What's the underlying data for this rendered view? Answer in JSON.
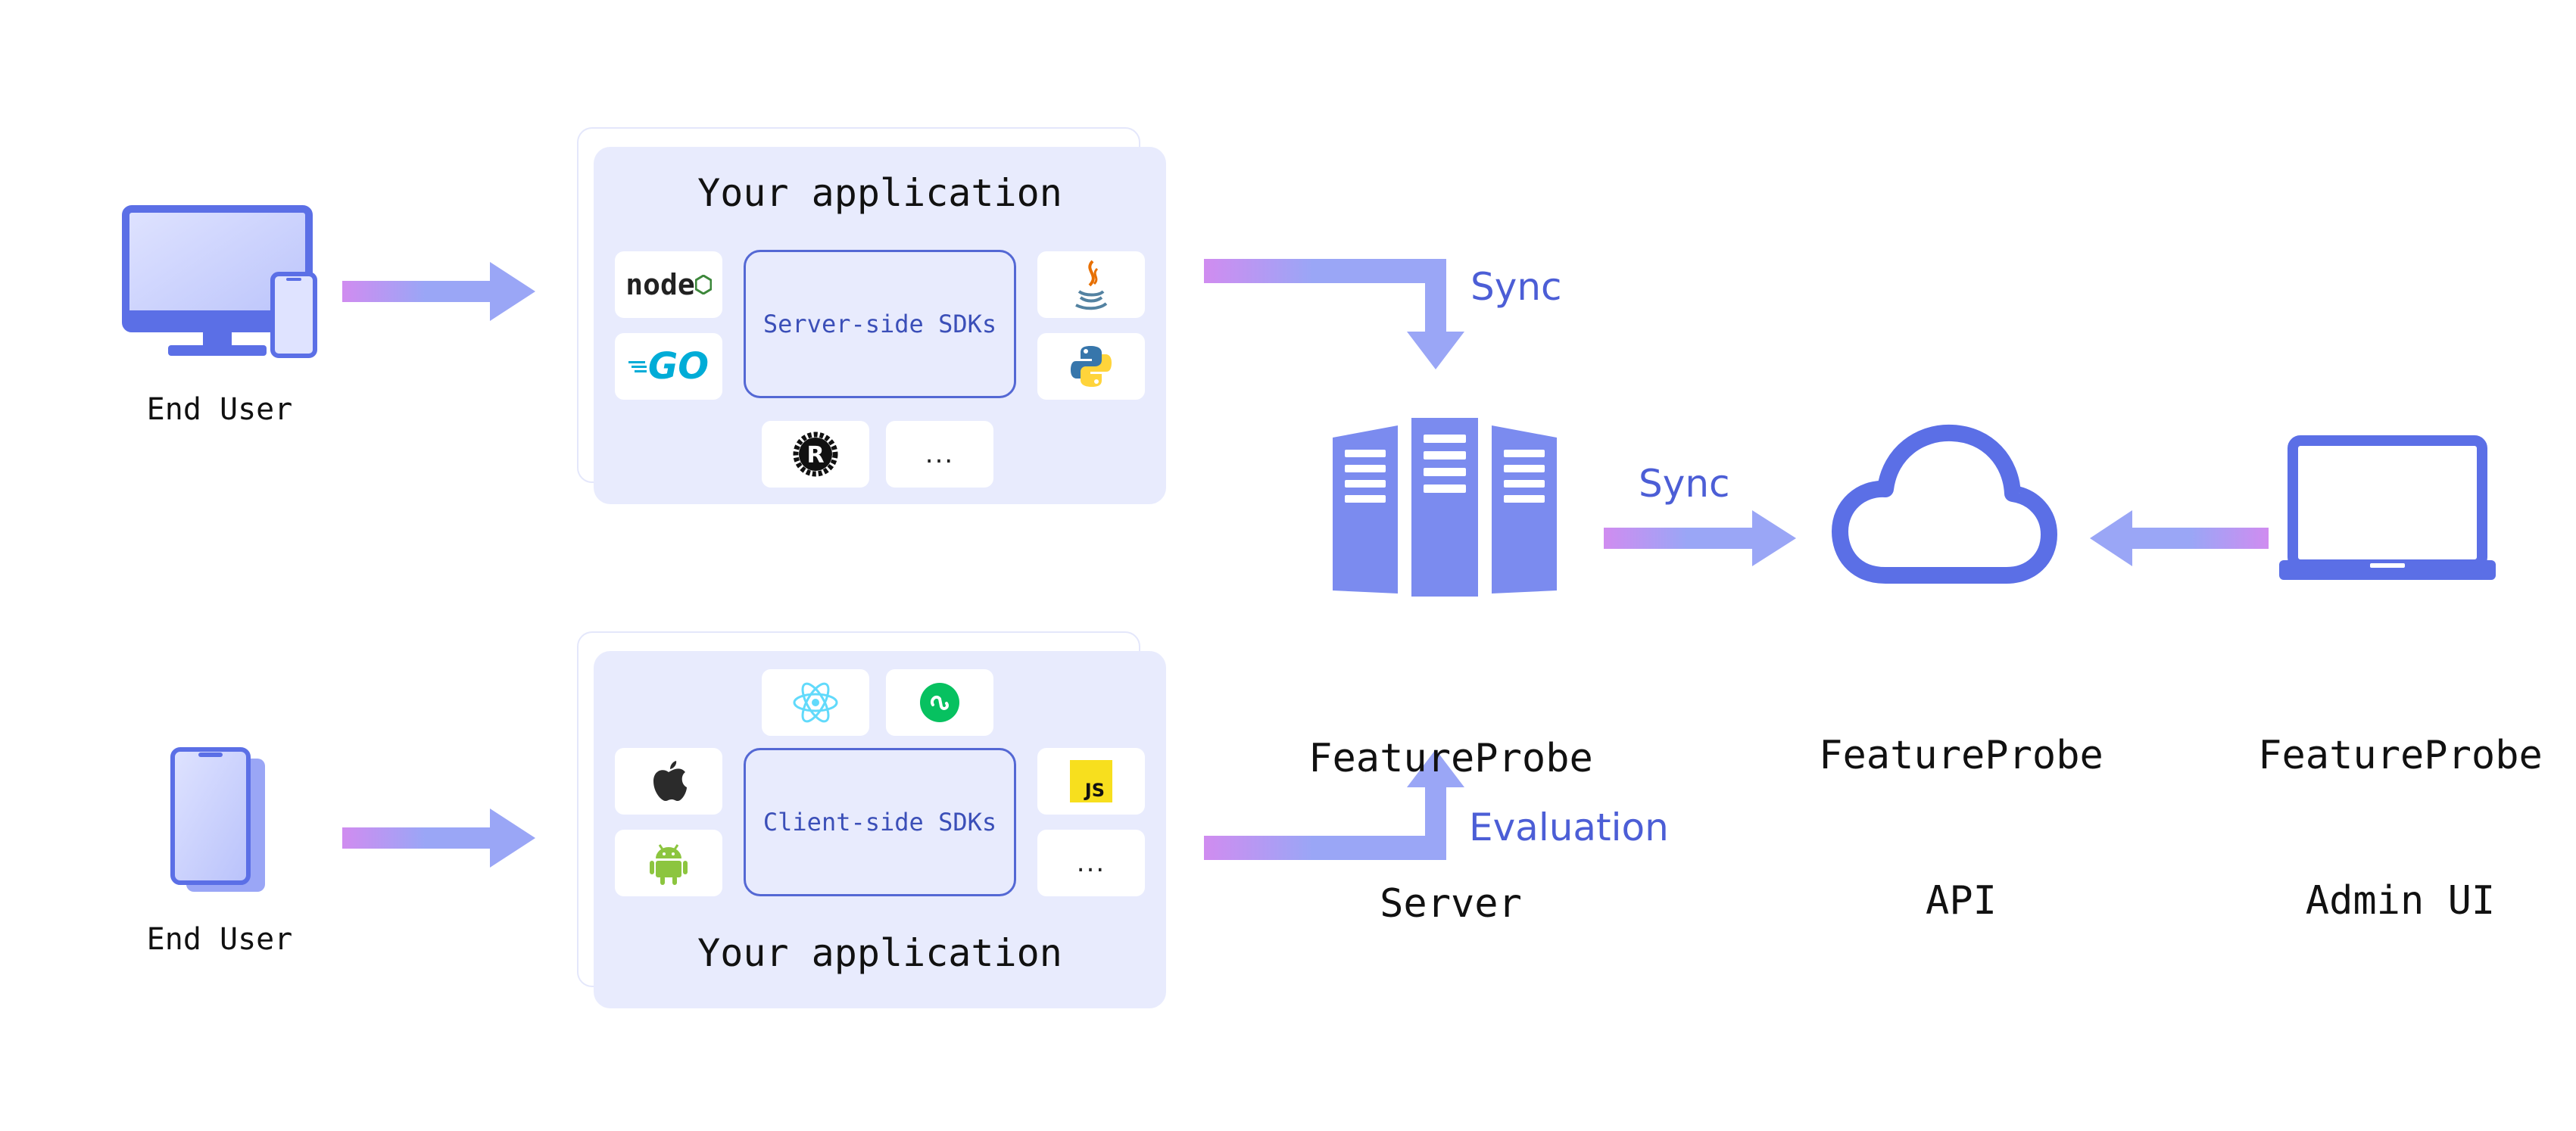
{
  "top_left_user": {
    "label": "End User"
  },
  "bottom_left_user": {
    "label": "End User"
  },
  "server_app": {
    "title": "Your application",
    "sdk_box_label": "Server-side SDKs",
    "tiles": [
      {
        "icon": "nodejs-logo-icon",
        "text": "node"
      },
      {
        "icon": "go-logo-icon",
        "text": "GO"
      },
      {
        "icon": "java-logo-icon"
      },
      {
        "icon": "python-logo-icon"
      },
      {
        "icon": "rust-logo-icon",
        "text": "R"
      },
      {
        "icon": "more-icon",
        "text": "..."
      }
    ]
  },
  "client_app": {
    "title": "Your application",
    "sdk_box_label": "Client-side SDKs",
    "tiles": [
      {
        "icon": "react-logo-icon"
      },
      {
        "icon": "miniprogram-logo-icon"
      },
      {
        "icon": "apple-logo-icon"
      },
      {
        "icon": "android-logo-icon"
      },
      {
        "icon": "javascript-logo-icon",
        "text": "JS"
      },
      {
        "icon": "more-icon",
        "text": "..."
      }
    ]
  },
  "edges": {
    "server_to_fp": "Sync",
    "fp_server_to_api": "Sync",
    "client_to_fp": "Evaluation"
  },
  "fp_server": {
    "label_line1": "FeatureProbe",
    "label_line2": "Server"
  },
  "fp_api": {
    "label_line1": "FeatureProbe",
    "label_line2": "API"
  },
  "fp_admin": {
    "label_line1": "FeatureProbe",
    "label_line2": "Admin UI"
  },
  "colors": {
    "accent": "#5b6fe6",
    "accent_light": "#9aa6f6",
    "gradient_start": "#d08cf0",
    "panel_bg": "#e8ebfd",
    "sync_text": "#4c5ed6"
  }
}
